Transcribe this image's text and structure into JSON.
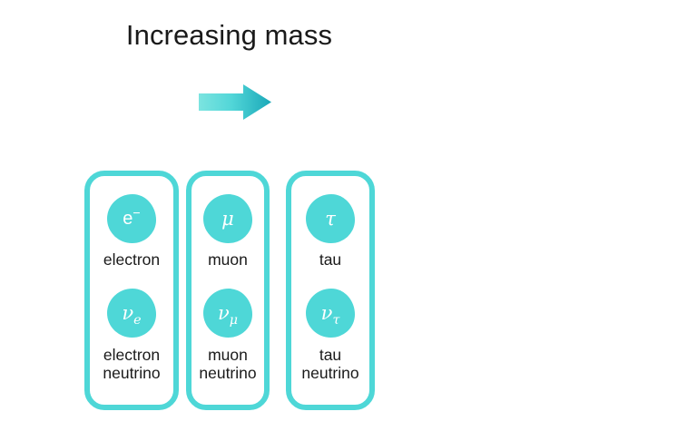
{
  "figure": {
    "title": "Increasing mass",
    "background_color": "#ffffff",
    "accent_color": "#4ed7d7",
    "text_color": "#1a1a1a",
    "arrow": {
      "icon": "right-arrow-icon",
      "direction": "right",
      "gradient_start": "#7ce4e0",
      "gradient_end": "#1aa8b8"
    }
  },
  "columns": [
    {
      "id": "electron-generation",
      "particles": [
        {
          "symbol_base": "e",
          "symbol_sup": "−",
          "symbol_sub": "",
          "symbol_text": "e⁻",
          "symbol_style": "upright",
          "label": "electron"
        },
        {
          "symbol_base": "ν",
          "symbol_sup": "",
          "symbol_sub": "e",
          "symbol_text": "νₑ",
          "symbol_style": "italic",
          "label": "electron\nneutrino"
        }
      ]
    },
    {
      "id": "muon-generation",
      "particles": [
        {
          "symbol_base": "μ",
          "symbol_sup": "",
          "symbol_sub": "",
          "symbol_text": "μ",
          "symbol_style": "italic",
          "label": "muon"
        },
        {
          "symbol_base": "ν",
          "symbol_sup": "",
          "symbol_sub": "μ",
          "symbol_text": "νμ",
          "symbol_style": "italic",
          "label": "muon\nneutrino"
        }
      ]
    },
    {
      "id": "tau-generation",
      "particles": [
        {
          "symbol_base": "τ",
          "symbol_sup": "",
          "symbol_sub": "",
          "symbol_text": "τ",
          "symbol_style": "italic",
          "label": "tau"
        },
        {
          "symbol_base": "ν",
          "symbol_sup": "",
          "symbol_sub": "τ",
          "symbol_text": "ντ",
          "symbol_style": "italic",
          "label": "tau\nneutrino"
        }
      ]
    }
  ]
}
